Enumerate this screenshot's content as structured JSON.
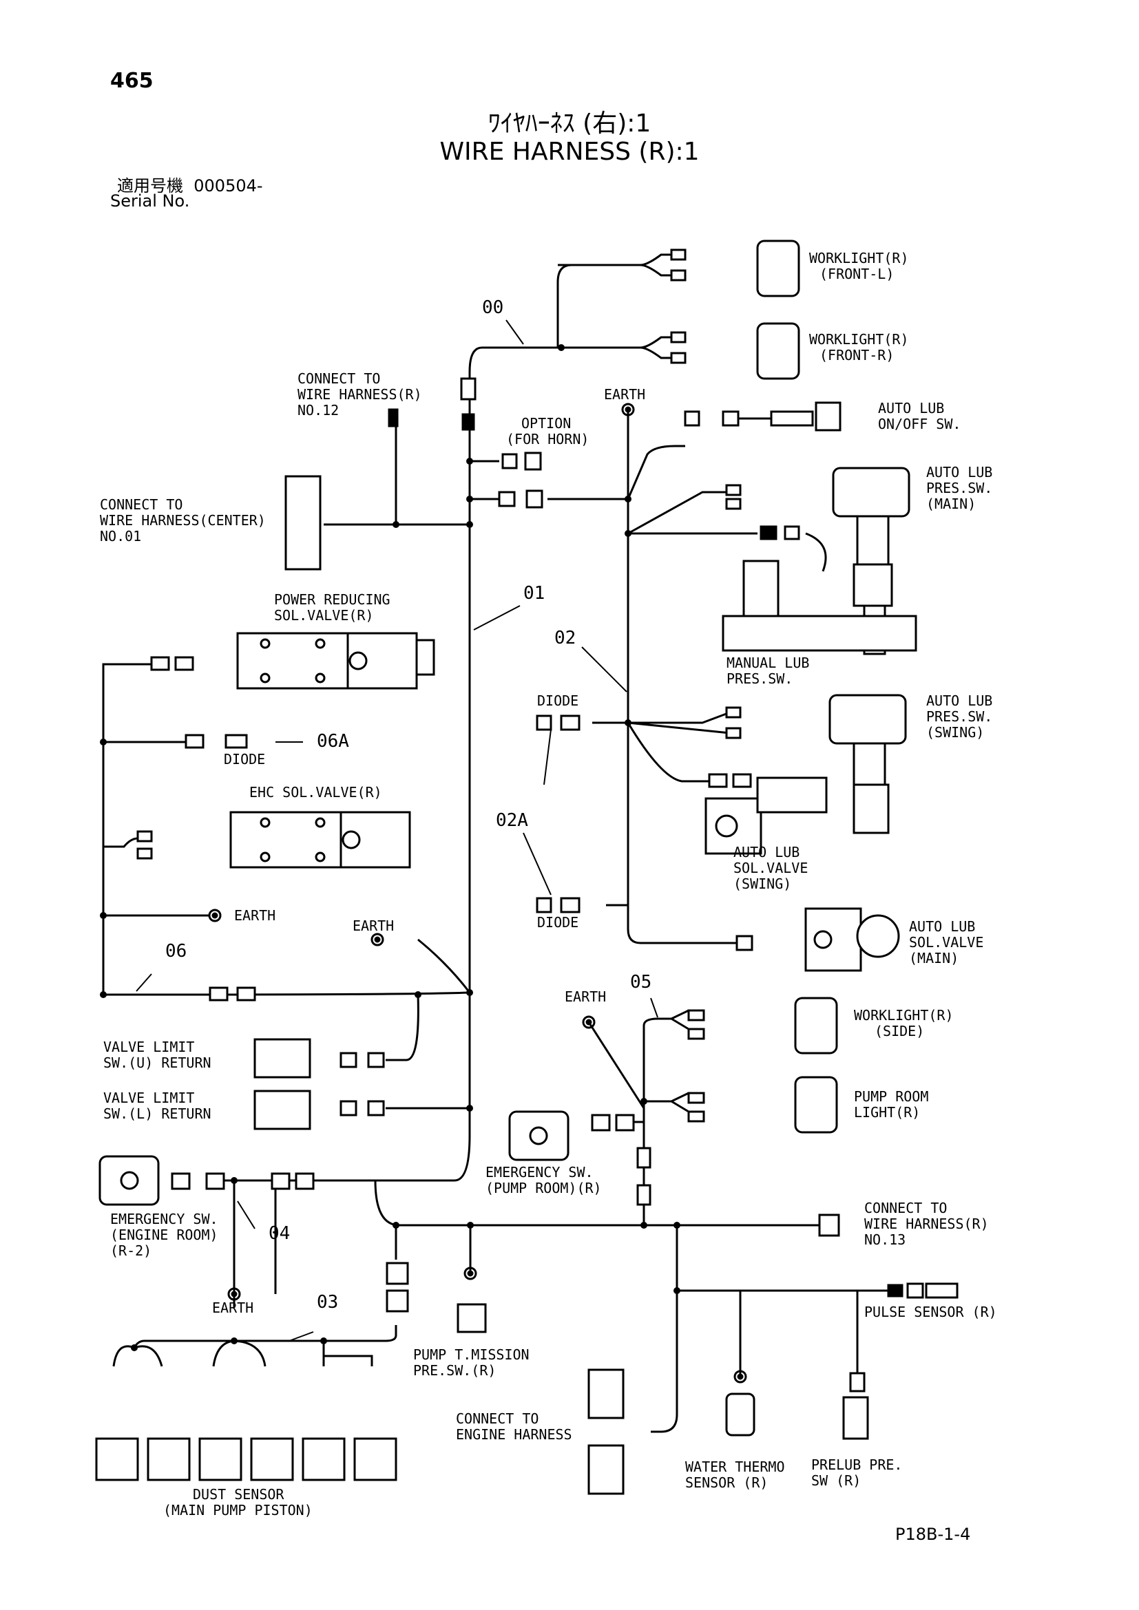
{
  "header": {
    "page_number": "465",
    "title_jp": "ﾜｲﾔﾊｰﾈｽ (右):1",
    "title_en": "WIRE HARNESS (R):1",
    "serial_label_jp": "適用号機",
    "serial_value": "000504-",
    "serial_label_en": "Serial No."
  },
  "footer": {
    "figure_code": "P18B-1-4"
  },
  "labels": {
    "worklight_fl": [
      "WORKLIGHT(R)",
      "(FRONT-L)"
    ],
    "worklight_fr": [
      "WORKLIGHT(R)",
      "(FRONT-R)"
    ],
    "connect_r12": [
      "CONNECT TO",
      "WIRE HARNESS(R)",
      "NO.12"
    ],
    "earth_top": "EARTH",
    "option_horn": [
      "OPTION",
      "(FOR HORN)"
    ],
    "auto_lub_switch": [
      "AUTO LUB",
      "ON/OFF SW."
    ],
    "auto_lub_pres_main": [
      "AUTO LUB",
      "PRES.SW.",
      "(MAIN)"
    ],
    "connect_center": [
      "CONNECT TO",
      "WIRE HARNESS(CENTER)",
      "NO.01"
    ],
    "power_reducing": [
      "POWER REDUCING",
      "SOL.VALVE(R)"
    ],
    "manual_lub": [
      "MANUAL LUB",
      "PRES.SW."
    ],
    "auto_lub_pres_swing": [
      "AUTO LUB",
      "PRES.SW.",
      "(SWING)"
    ],
    "diode_a": "DIODE",
    "diode_b": "DIODE",
    "diode_06a": "DIODE",
    "auto_lub_sol_swing": [
      "AUTO LUB",
      "SOL.VALVE",
      "(SWING)"
    ],
    "ehc_sol": "EHC SOL.VALVE(R)",
    "earth_ehc": "EARTH",
    "earth_mid": "EARTH",
    "auto_lub_sol_main": [
      "AUTO LUB",
      "SOL.VALVE",
      "(MAIN)"
    ],
    "earth_05": "EARTH",
    "worklight_side": [
      "WORKLIGHT(R)",
      "(SIDE)"
    ],
    "valve_limit_u": [
      "VALVE LIMIT",
      "SW.(U) RETURN"
    ],
    "valve_limit_l": [
      "VALVE LIMIT",
      "SW.(L) RETURN"
    ],
    "pump_room_light": [
      "PUMP ROOM",
      "LIGHT(R)"
    ],
    "emergency_pump": [
      "EMERGENCY SW.",
      "(PUMP ROOM)(R)"
    ],
    "emergency_engine": [
      "EMERGENCY SW.",
      "(ENGINE ROOM)",
      "(R-2)"
    ],
    "connect_r13": [
      "CONNECT TO",
      "WIRE HARNESS(R)",
      "NO.13"
    ],
    "pulse_sensor": "PULSE SENSOR (R)",
    "earth_04": "EARTH",
    "pump_tmission": [
      "PUMP T.MISSION",
      "PRE.SW.(R)"
    ],
    "connect_engine": [
      "CONNECT TO",
      "ENGINE HARNESS"
    ],
    "water_thermo": [
      "WATER THERMO",
      "SENSOR (R)"
    ],
    "prelub": [
      "PRELUB PRE.",
      "SW (R)"
    ],
    "dust_sensor": [
      "DUST SENSOR",
      "(MAIN PUMP PISTON)"
    ]
  },
  "callouts": {
    "c00": "00",
    "c01": "01",
    "c02": "02",
    "c02a": "02A",
    "c03": "03",
    "c04": "04",
    "c05": "05",
    "c06": "06",
    "c06a": "06A"
  }
}
